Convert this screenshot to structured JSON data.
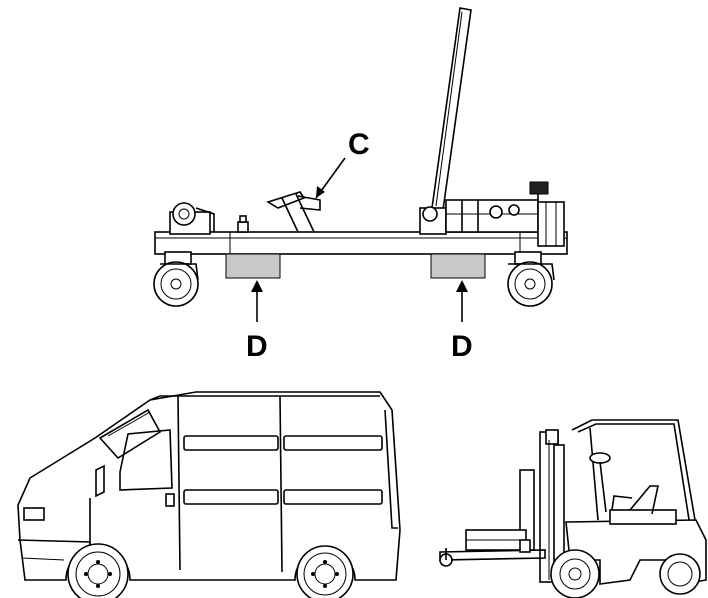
{
  "labels": {
    "c": "C",
    "d_left": "D",
    "d_right": "D"
  },
  "colors": {
    "line": "#000000",
    "pad": "#c8c8c8",
    "background": "#ffffff"
  }
}
